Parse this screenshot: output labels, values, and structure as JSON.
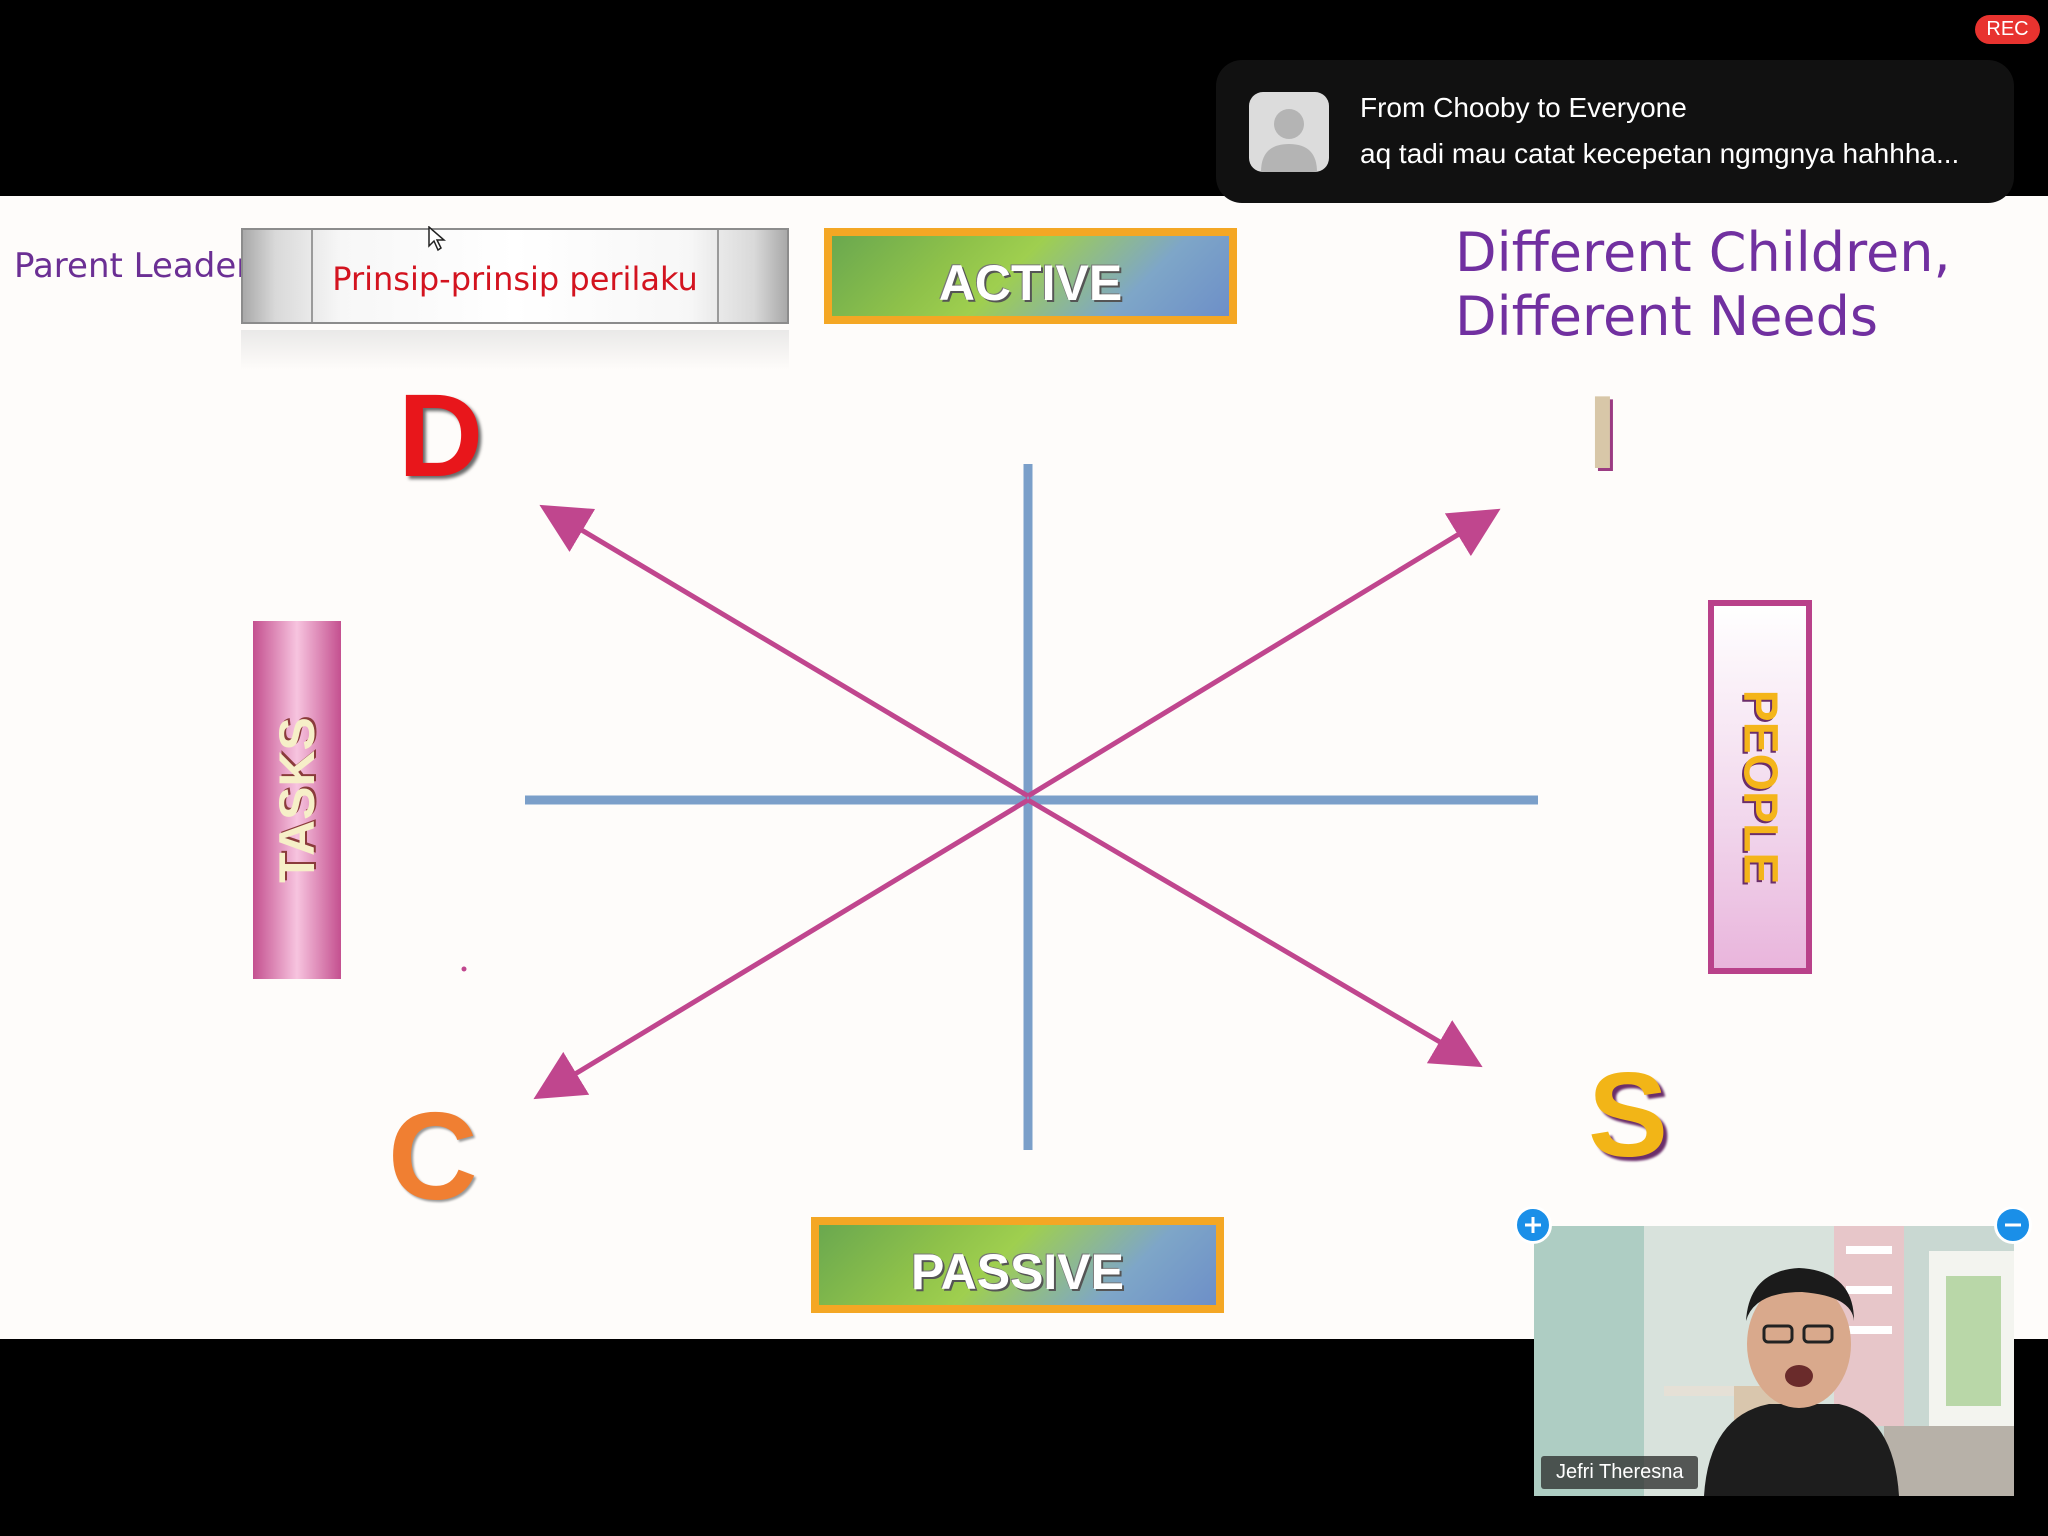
{
  "recording": {
    "label": "REC"
  },
  "slide": {
    "parent_leader": "Parent Leader",
    "principle": "Prinsip-prinsip perilaku",
    "active": "ACTIVE",
    "passive": "PASSIVE",
    "title_line1": "Different Children,",
    "title_line2": "Different Needs",
    "letters": {
      "d": "D",
      "i": "I",
      "s": "S",
      "c": "C"
    },
    "tasks": "TASKS",
    "people": "PEOPLE"
  },
  "notification": {
    "title": "From Chooby to Everyone",
    "message": "aq tadi mau catat kecepetan ngmgnya hahhha..."
  },
  "video": {
    "participant_name": "Jefri Theresna",
    "zoom_in_icon": "plus-icon",
    "zoom_out_icon": "minus-icon"
  },
  "colors": {
    "axis": "#7b9fc9",
    "arrow": "#c0468e",
    "title": "#7130a0",
    "rec": "#e8332f"
  }
}
